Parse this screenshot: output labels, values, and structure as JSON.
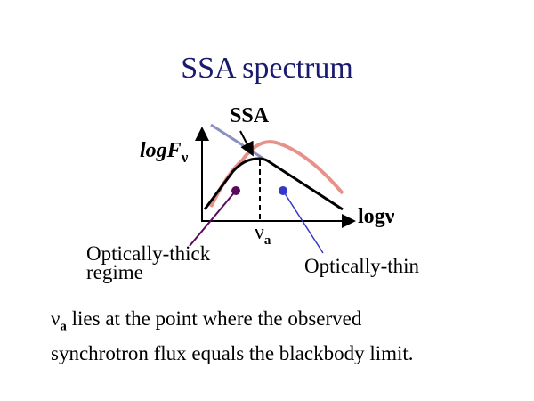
{
  "title": "SSA spectrum",
  "labels": {
    "ssa": "SSA",
    "y_axis": "logF",
    "y_axis_sub": "ν",
    "x_axis": "logν",
    "nu_a": "ν",
    "nu_a_sub": "a",
    "thick": "Optically-thick",
    "thick2": "regime",
    "thin": "Optically-thin"
  },
  "caption": {
    "symbol": "ν",
    "symbol_sub": "a",
    "line1": " lies at the point where the observed",
    "line2": "synchrotron flux equals the blackbody limit."
  },
  "colors": {
    "title": "#1a1a6e",
    "blackbody": "#e8908a",
    "asymptote": "#8a8fc0",
    "thick": "#5a0a5a",
    "thin": "#3838c8"
  }
}
